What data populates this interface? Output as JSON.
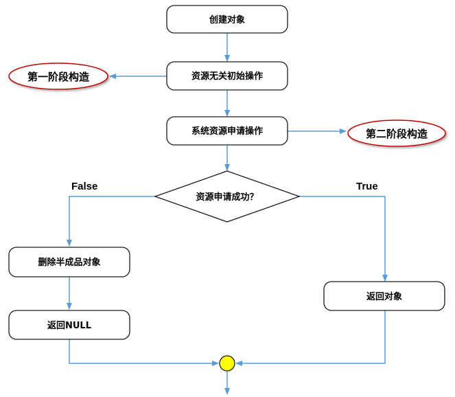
{
  "nodes": {
    "create": "创建对象",
    "init": "资源无关初始操作",
    "apply": "系统资源申请操作",
    "decision": "资源申请成功？",
    "delete": "删除半成品对象",
    "return_null": "返回NULL",
    "return_obj": "返回对象"
  },
  "stages": {
    "first": "第一阶段构造",
    "second": "第二阶段构造"
  },
  "branches": {
    "false_label": "False",
    "true_label": "True"
  },
  "colors": {
    "connector": "#5b9bd5",
    "node_border": "#1a1a1a",
    "stage_border": "#c00000",
    "merge_fill": "#ffff00"
  }
}
